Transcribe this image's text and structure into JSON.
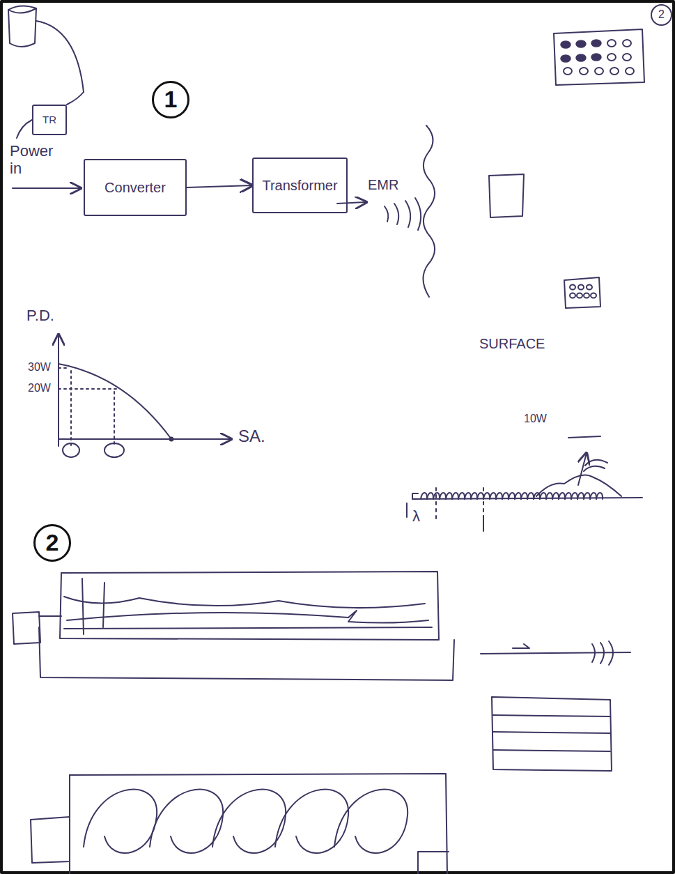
{
  "diagram": {
    "nodes": [
      {
        "text": [
          "2"
        ]
      },
      {
        "text": [
          "1"
        ]
      },
      {
        "text": [
          "TR"
        ]
      },
      {
        "text": [
          "Converter"
        ]
      },
      {
        "text": [
          "Transformer"
        ]
      },
      {
        "text": [
          "2"
        ]
      }
    ],
    "edges": [
      {
        "from": 3,
        "to": 4,
        "arrow": "to"
      }
    ],
    "labels": [
      "Power in",
      "EMR",
      "SURFACE",
      "P.D.",
      "30W",
      "20W",
      "SA.",
      "10W",
      "λ"
    ]
  }
}
